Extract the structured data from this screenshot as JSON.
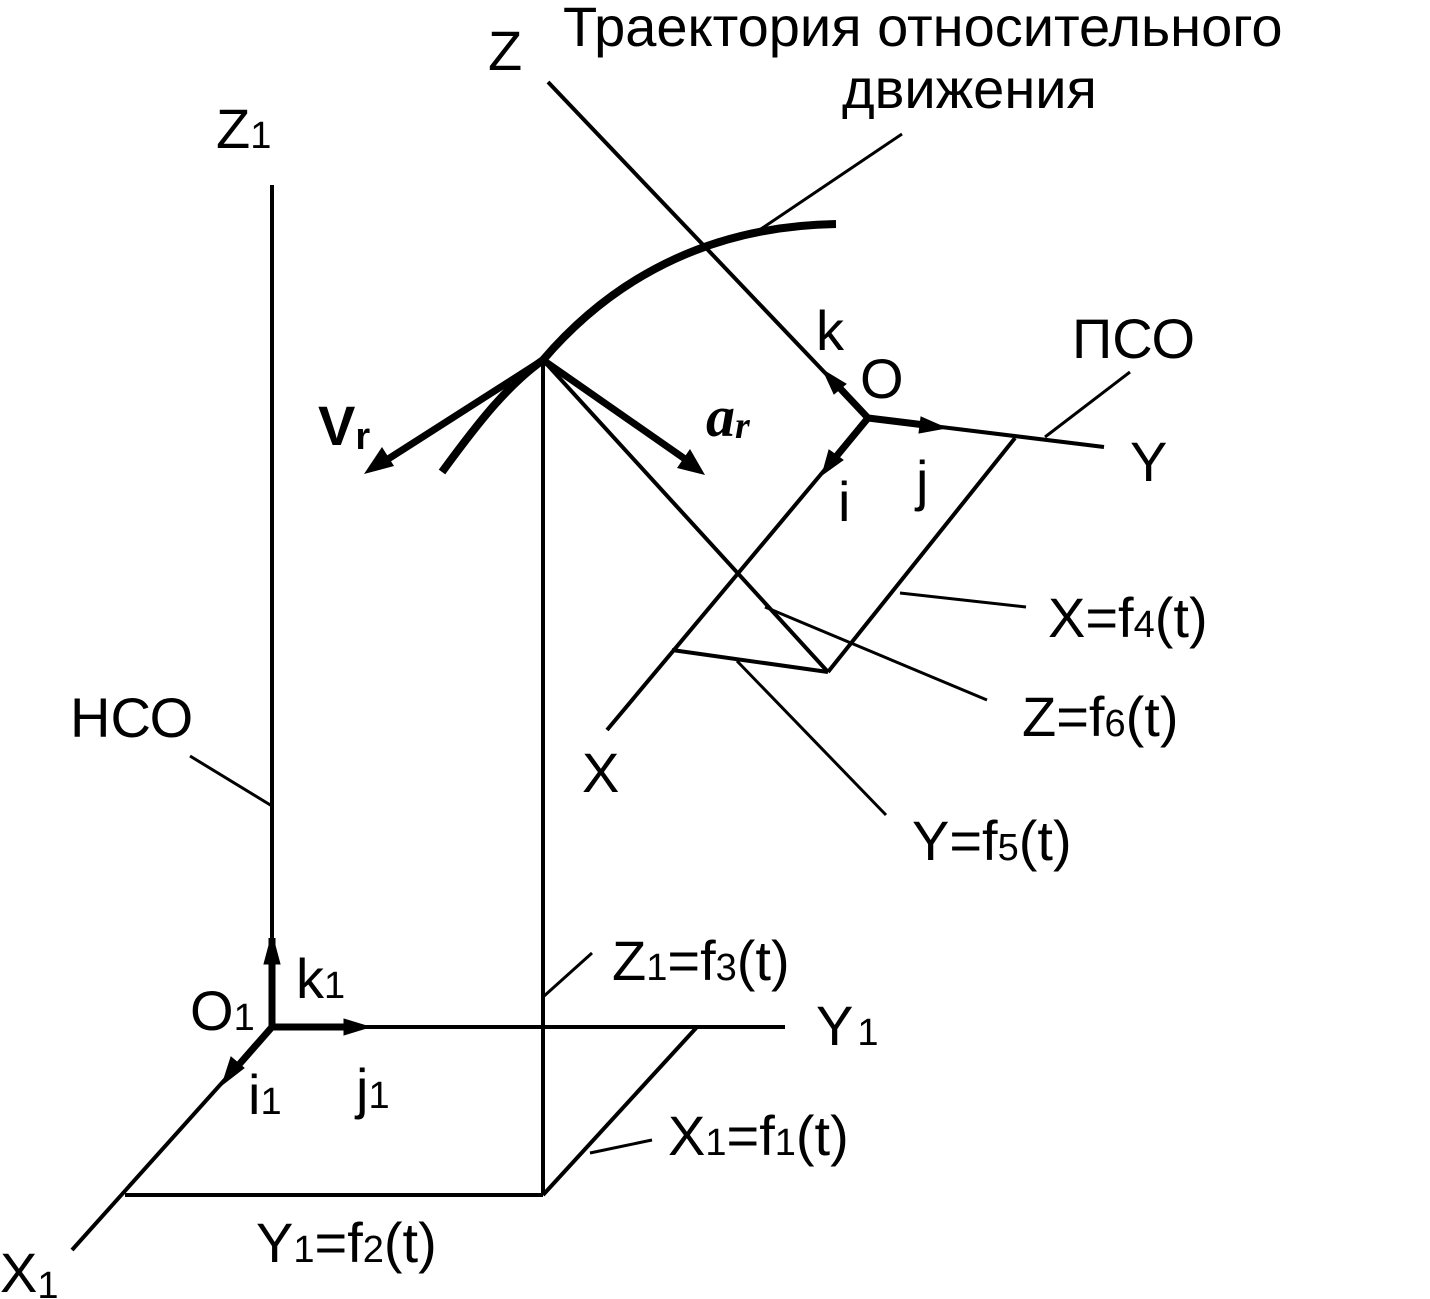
{
  "trajectory_label": {
    "line1": "Траектория относительного",
    "line2": "движения"
  },
  "fixed_frame": {
    "name": "НСО",
    "axis_z": {
      "main": "Z",
      "sub": "1"
    },
    "axis_y": {
      "main": "Y",
      "sub": "1"
    },
    "axis_x": {
      "main": "X",
      "sub": "1"
    },
    "origin": {
      "main": "O",
      "sub": "1"
    },
    "unit_i": {
      "main": "i",
      "sub": "1"
    },
    "unit_j": {
      "main": "j",
      "sub": "1"
    },
    "unit_k": {
      "main": "k",
      "sub": "1"
    },
    "eq_x": {
      "main": "X",
      "sub": "1",
      "rest": "=f",
      "idx": "1",
      "tail": "(t)"
    },
    "eq_y": {
      "main": "Y",
      "sub": "1",
      "rest": "=f",
      "idx": "2",
      "tail": "(t)"
    },
    "eq_z": {
      "main": "Z",
      "sub": "1",
      "rest": "=f",
      "idx": "3",
      "tail": "(t)"
    }
  },
  "moving_frame": {
    "name": "ПСО",
    "axis_z": "Z",
    "axis_y": "Y",
    "axis_x": "X",
    "origin": "O",
    "unit_i": "i",
    "unit_j": "j",
    "unit_k": "k",
    "eq_x": {
      "main": "X=f",
      "idx": "4",
      "tail": "(t)"
    },
    "eq_y": {
      "main": "Y=f",
      "idx": "5",
      "tail": "(t)"
    },
    "eq_z": {
      "main": "Z=f",
      "idx": "6",
      "tail": "(t)"
    }
  },
  "velocity": {
    "main": "V",
    "sub": "r"
  },
  "acceleration": {
    "main": "a",
    "sub": "r"
  }
}
